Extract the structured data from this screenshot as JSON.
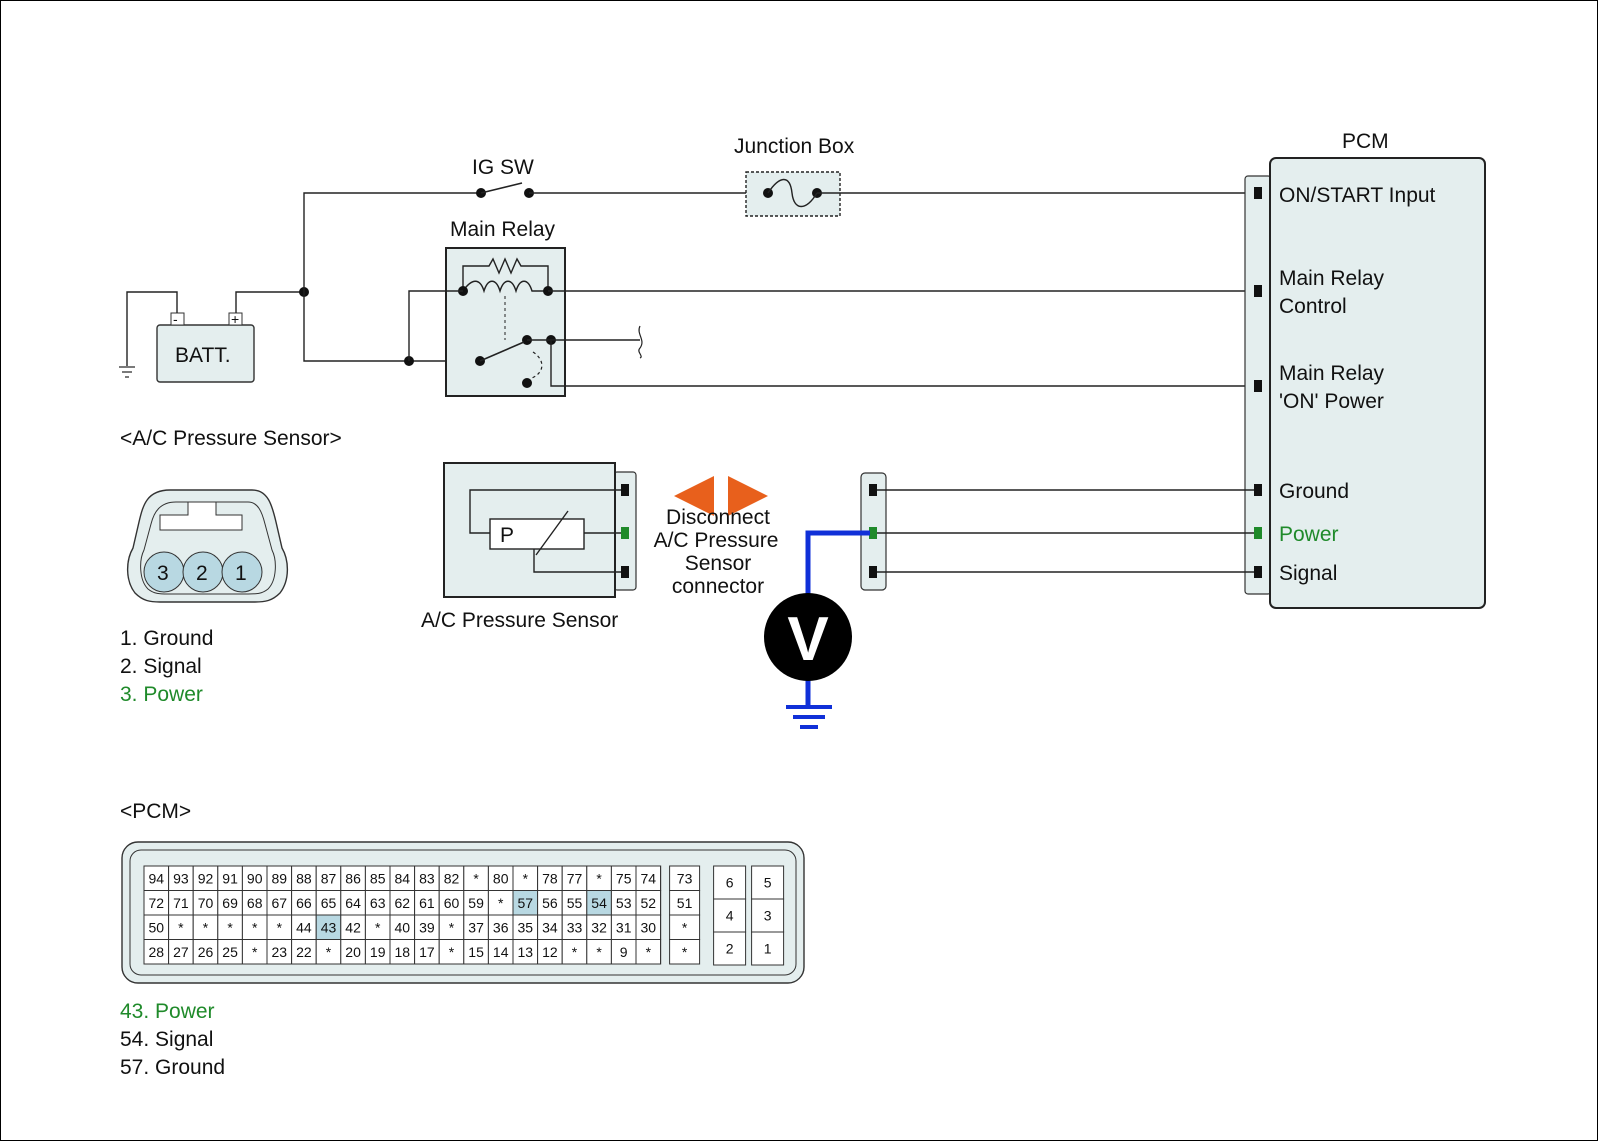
{
  "labels": {
    "ig_sw": "IG SW",
    "junction_box": "Junction Box",
    "main_relay": "Main Relay",
    "batt": "BATT.",
    "batt_minus": "-",
    "batt_plus": "+",
    "pcm_title": "PCM",
    "sensor_section": "<A/C Pressure Sensor>",
    "sensor_label": "A/C Pressure Sensor",
    "sensor_p": "P",
    "voltmeter": "V",
    "pcm_section": "<PCM>"
  },
  "pcm_terminals": [
    {
      "text": "ON/START  Input"
    },
    {
      "text": "Main Relay"
    },
    {
      "text": "Control"
    },
    {
      "text": "Main Relay"
    },
    {
      "text": "'ON' Power"
    },
    {
      "text": "Ground"
    },
    {
      "text": "Power"
    },
    {
      "text": "Signal"
    }
  ],
  "disconnect_note": [
    "Disconnect",
    "A/C Pressure",
    "Sensor",
    "connector"
  ],
  "sensor_connector": {
    "pins": [
      "3",
      "2",
      "1"
    ],
    "legend": [
      "1. Ground",
      "2. Signal",
      "3. Power"
    ]
  },
  "pcm_connector": {
    "rows": [
      [
        "94",
        "93",
        "92",
        "91",
        "90",
        "89",
        "88",
        "87",
        "86",
        "85",
        "84",
        "83",
        "82",
        "*",
        "80",
        "*",
        "78",
        "77",
        "*",
        "75",
        "74"
      ],
      [
        "72",
        "71",
        "70",
        "69",
        "68",
        "67",
        "66",
        "65",
        "64",
        "63",
        "62",
        "61",
        "60",
        "59",
        "*",
        "57",
        "56",
        "55",
        "54",
        "53",
        "52"
      ],
      [
        "50",
        "*",
        "*",
        "*",
        "*",
        "*",
        "44",
        "43",
        "42",
        "*",
        "40",
        "39",
        "*",
        "37",
        "36",
        "35",
        "34",
        "33",
        "32",
        "31",
        "30"
      ],
      [
        "28",
        "27",
        "26",
        "25",
        "*",
        "23",
        "22",
        "*",
        "20",
        "19",
        "18",
        "17",
        "*",
        "15",
        "14",
        "13",
        "12",
        "*",
        "*",
        "9",
        "*"
      ]
    ],
    "side_column": [
      "73",
      "51",
      "*",
      "*"
    ],
    "right_block": [
      [
        "6",
        "5"
      ],
      [
        "4",
        "3"
      ],
      [
        "2",
        "1"
      ]
    ],
    "highlighted": [
      "43",
      "54",
      "57"
    ],
    "legend": [
      "43. Power",
      "54. Signal",
      "57. Ground"
    ]
  },
  "colors": {
    "power_green": "#1f8a2a",
    "arrow_orange": "#e8601c",
    "probe_blue": "#1030d8",
    "box_fill": "#e4eeee",
    "pin_fill": "#b8d8e2"
  }
}
